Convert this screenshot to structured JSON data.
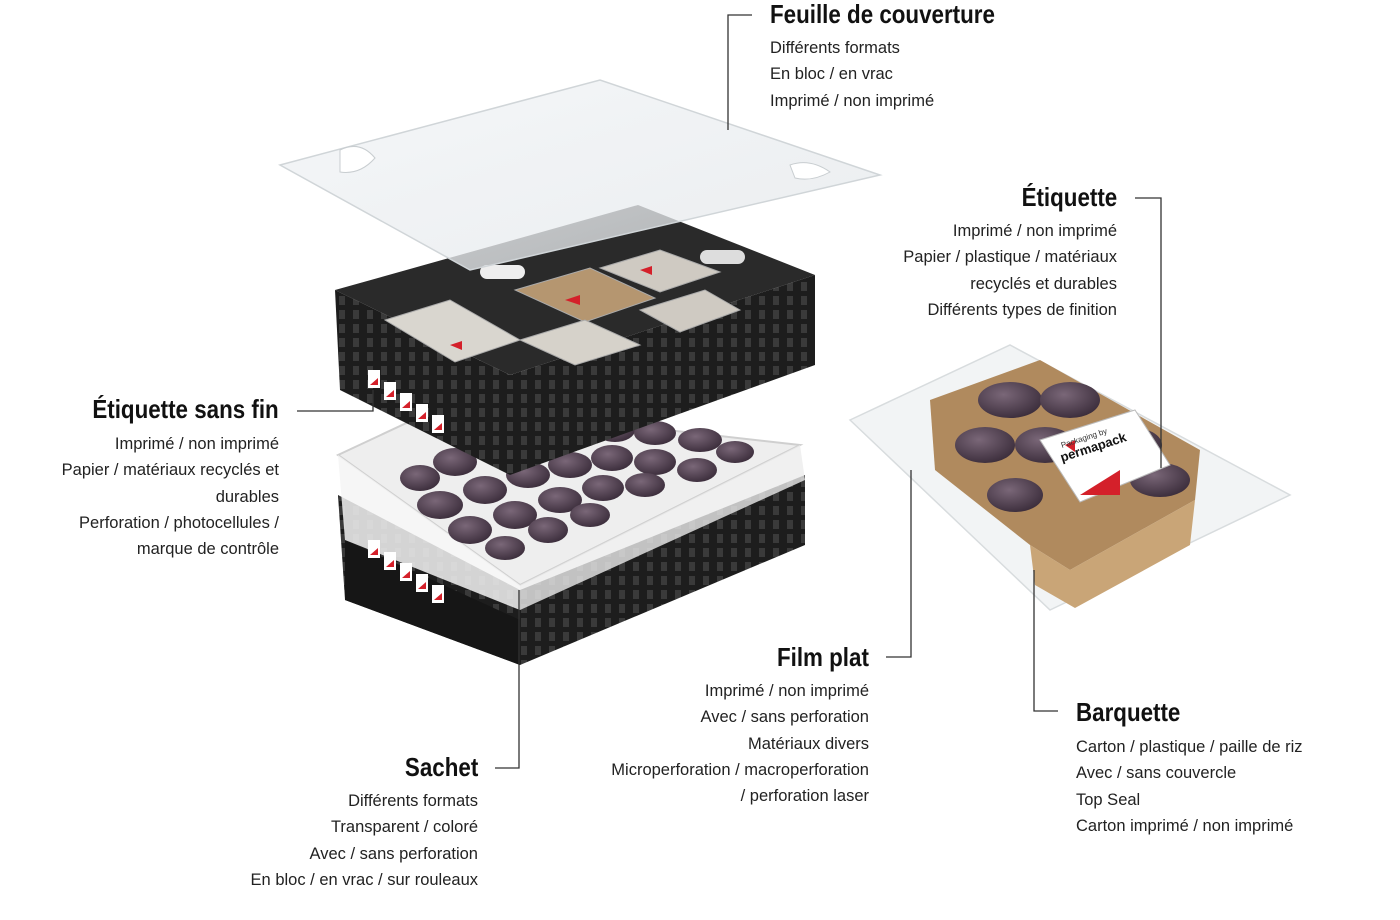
{
  "callouts": {
    "feuille": {
      "title": "Feuille de couverture",
      "lines": [
        "Différents formats",
        "En bloc / en vrac",
        "Imprimé / non imprimé"
      ]
    },
    "etiquette": {
      "title": "Étiquette",
      "lines": [
        "Imprimé / non imprimé",
        "Papier / plastique / matériaux",
        "recyclés et durables",
        "Différents types de finition"
      ]
    },
    "etiquette_sans_fin": {
      "title": "Étiquette sans fin",
      "lines": [
        "Imprimé / non imprimé",
        "Papier / matériaux recyclés et",
        "durables",
        "Perforation / photocellules /",
        "marque de contrôle"
      ]
    },
    "film_plat": {
      "title": "Film plat",
      "lines": [
        "Imprimé / non imprimé",
        "Avec / sans perforation",
        "Matériaux divers",
        "Microperforation / macroperforation",
        "/ perforation laser"
      ]
    },
    "barquette": {
      "title": "Barquette",
      "lines": [
        "Carton / plastique / paille de riz",
        "Avec / sans couvercle",
        "Top Seal",
        "Carton imprimé / non imprimé"
      ]
    },
    "sachet": {
      "title": "Sachet",
      "lines": [
        "Différents formats",
        "Transparent / coloré",
        "Avec / sans perforation",
        "En bloc / en vrac / sur rouleaux"
      ]
    }
  },
  "product": {
    "brand_small": "Packaging by",
    "brand": "permapack"
  },
  "colors": {
    "crate": "#1e1e1e",
    "potato": "#4a3a4a",
    "tray": "#b08a5e",
    "accent_red": "#d4202a",
    "leader_line": "#333333"
  }
}
